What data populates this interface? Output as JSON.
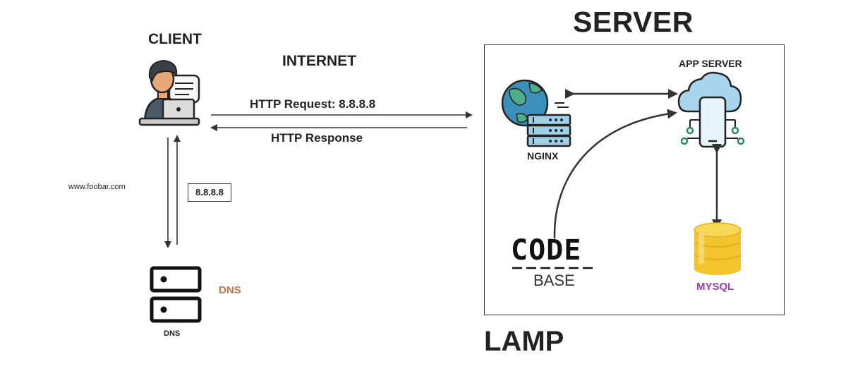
{
  "server_title": "SERVER",
  "client": {
    "title": "CLIENT"
  },
  "internet": {
    "title": "INTERNET",
    "request_label": "HTTP Request: 8.8.8.8",
    "response_label": "HTTP Response"
  },
  "dns": {
    "query_label": "www.foobar.com",
    "answer_label": "8.8.8.8",
    "side_label": "DNS",
    "caption": "DNS"
  },
  "server_box": {
    "app_server_label": "APP SERVER",
    "nginx_label": "NGINX",
    "code_word": "CODE",
    "base_word": "BASE",
    "mysql_label": "MYSQL"
  },
  "stack_label": "LAMP",
  "colors": {
    "dns_label": "#c0764a",
    "mysql_label": "#9b3fa8",
    "globe_blue": "#3b8fb8",
    "globe_green": "#4fae8a",
    "server_blue": "#9fd0e8",
    "cloud_blue": "#a8d4ee",
    "circuit_green": "#2c8c5a",
    "db_yellow": "#f2c52e",
    "skin": "#e7a878",
    "shirt": "#4a5a66"
  },
  "icons": [
    "developer-client-icon",
    "dns-server-icon",
    "globe-server-nginx-icon",
    "cloud-app-server-icon",
    "mysql-database-icon"
  ]
}
